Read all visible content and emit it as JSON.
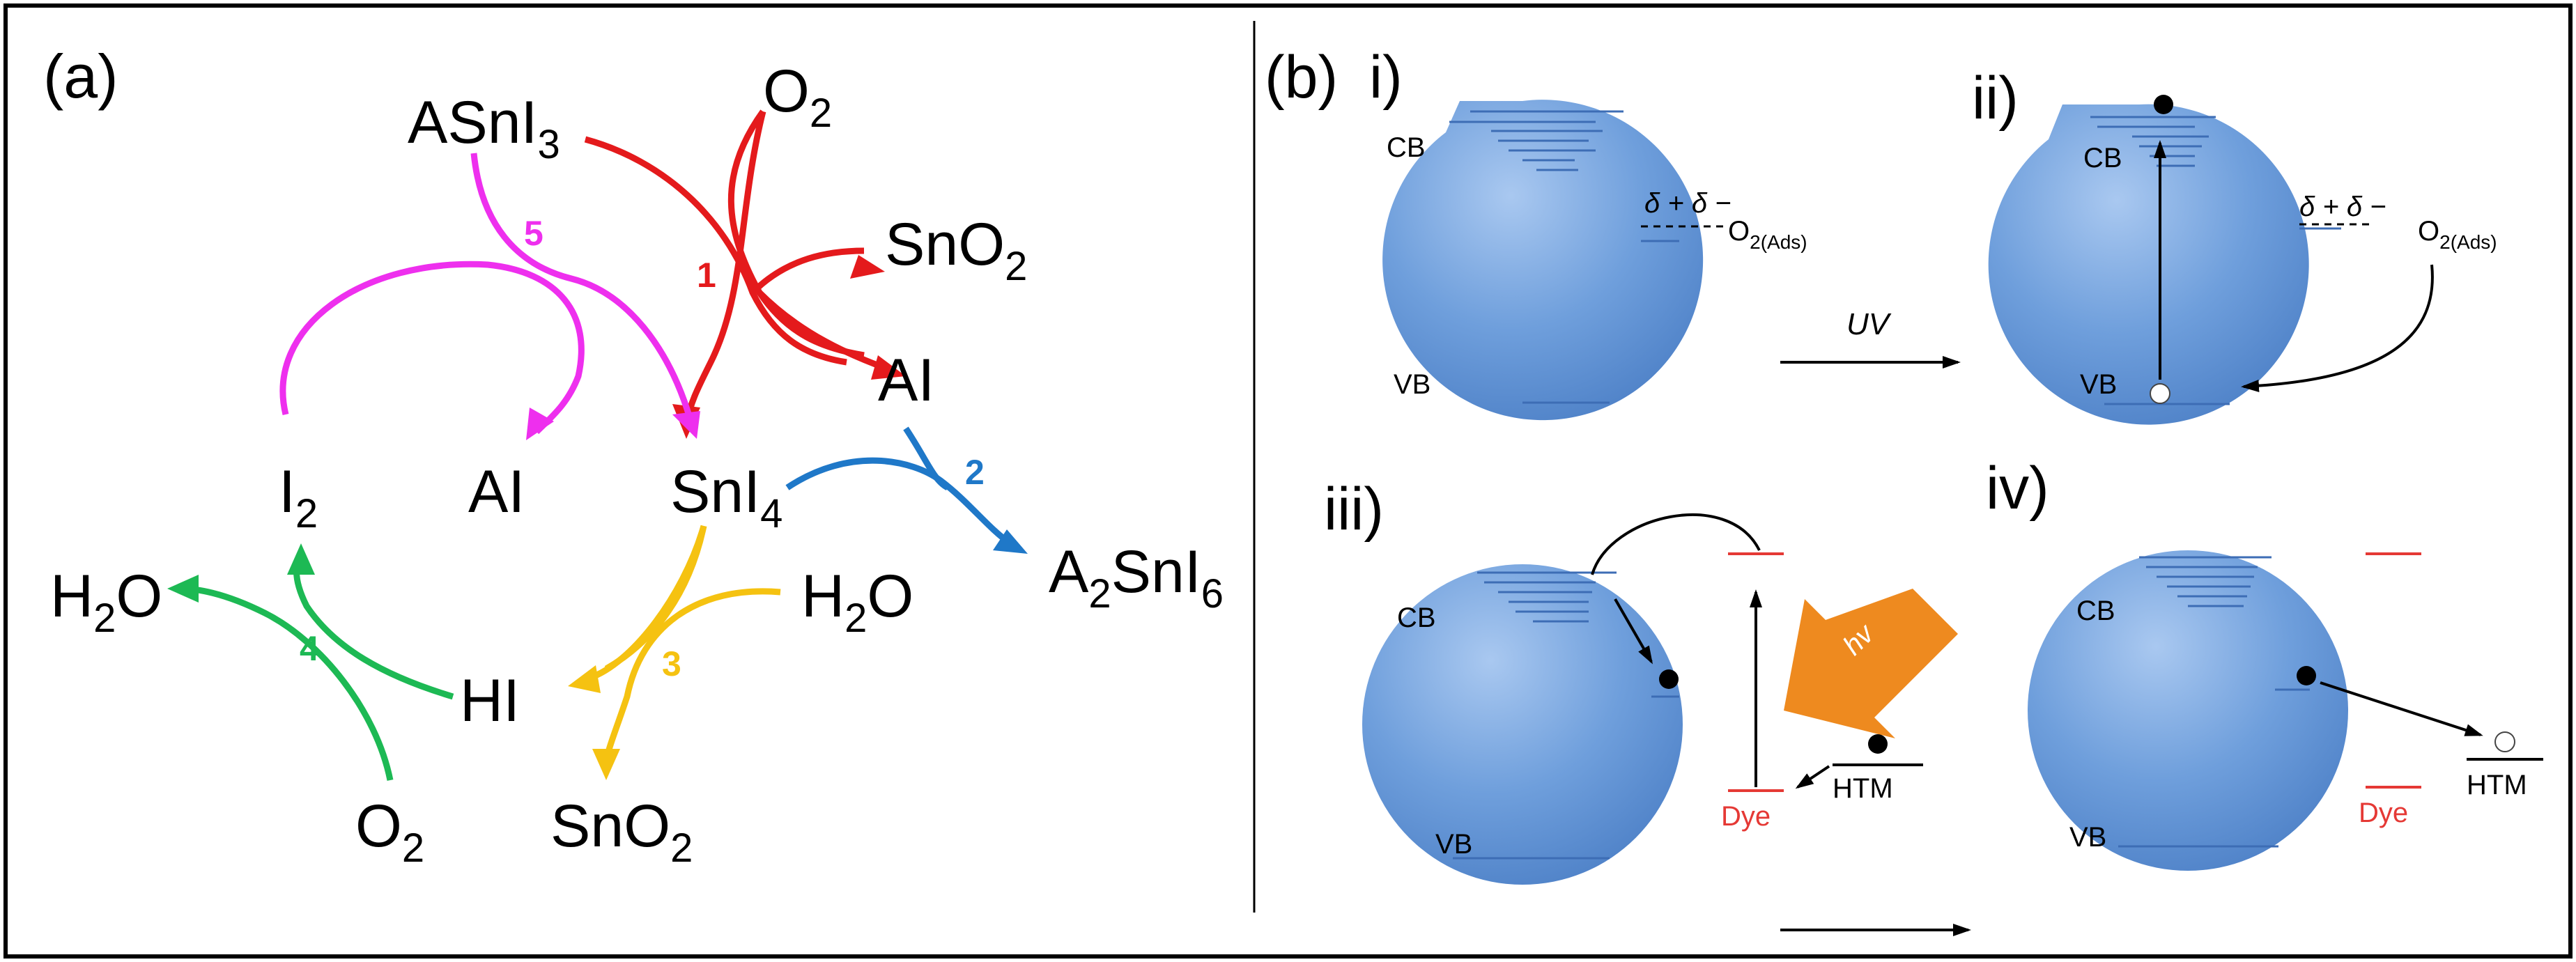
{
  "panel_a": {
    "label": "(a)",
    "species": {
      "asni3": {
        "main": "ASnI",
        "sub": "3"
      },
      "o2_top": {
        "main": "O",
        "sub": "2"
      },
      "sno2_top": {
        "main": "SnO",
        "sub": "2"
      },
      "ai_right": "AI",
      "sni4": {
        "main": "SnI",
        "sub": "4"
      },
      "a2sni6": {
        "pre": "A",
        "sub1": "2",
        "mid": "SnI",
        "sub2": "6"
      },
      "ai_center": "AI",
      "i2": {
        "main": "I",
        "sub": "2"
      },
      "h2o_left": {
        "main": "H",
        "sub": "2",
        "post": "O"
      },
      "h2o_right": {
        "main": "H",
        "sub": "2",
        "post": "O"
      },
      "hi": "HI",
      "o2_bottom": {
        "main": "O",
        "sub": "2"
      },
      "sno2_bottom": {
        "main": "SnO",
        "sub": "2"
      }
    },
    "reaction_numbers": [
      "1",
      "2",
      "3",
      "4",
      "5"
    ],
    "colors": {
      "r1": "#e41a1c",
      "r2": "#1f78c8",
      "r3": "#f5c211",
      "r4": "#1db954",
      "r5": "#ee2fee"
    }
  },
  "panel_b": {
    "label_b": "(b)",
    "sub_labels": [
      "i)",
      "ii)",
      "iii)",
      "iv)"
    ],
    "cb": "CB",
    "vb": "VB",
    "delta": "δ + δ −",
    "o2ads": {
      "main": "O",
      "sub": "2(Ads)"
    },
    "uv": "UV",
    "hv": "hv",
    "dye": "Dye",
    "htm": "HTM",
    "colors": {
      "sphere": "#6f9fdc",
      "level": "#3d6db5",
      "dye": "#e53935",
      "hv_arrow": "#ee8a1f"
    }
  }
}
